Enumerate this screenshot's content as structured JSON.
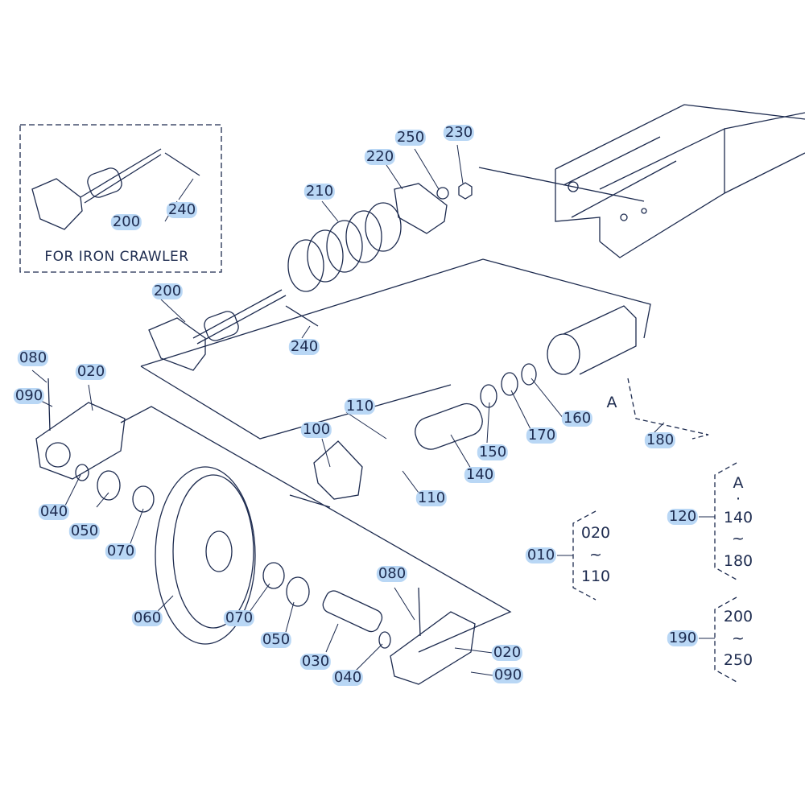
{
  "inset": {
    "caption": "FOR IRON CRAWLER",
    "callouts": [
      "200",
      "240"
    ]
  },
  "callouts": [
    "250",
    "230",
    "220",
    "210",
    "200",
    "240",
    "080",
    "020",
    "090",
    "110",
    "100",
    "160",
    "170",
    "150",
    "140",
    "110",
    "180",
    "A",
    "040",
    "050",
    "070",
    "060",
    "070",
    "050",
    "030",
    "040",
    "080",
    "020",
    "090"
  ],
  "groups": [
    {
      "id": "010",
      "range": [
        "020",
        "~",
        "110"
      ]
    },
    {
      "id": "120",
      "range": [
        "A",
        "·",
        "140",
        "~",
        "180"
      ]
    },
    {
      "id": "190",
      "range": [
        "200",
        "~",
        "250"
      ]
    }
  ],
  "colors": {
    "highlight": "#b9d7f5",
    "ink": "#1d2b4f"
  }
}
